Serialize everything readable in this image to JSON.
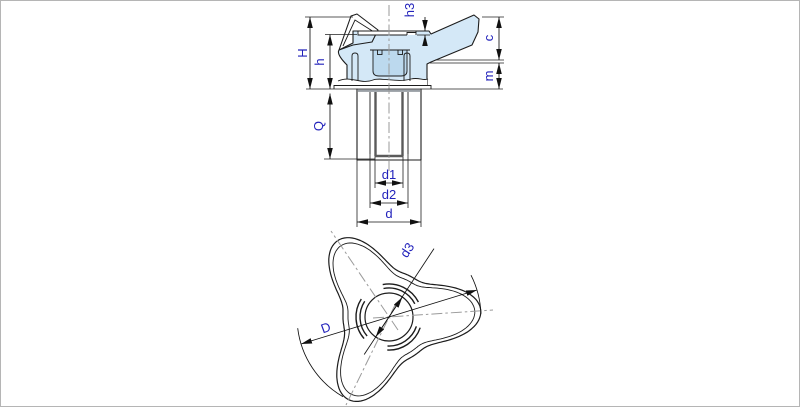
{
  "drawing": {
    "type": "technical-drawing",
    "subject": "three-lobe knob with blind threaded hub, section view and plan view",
    "labels": {
      "H": "H",
      "h": "h",
      "h3": "h3",
      "c": "c",
      "m": "m",
      "Q": "Q",
      "d1": "d1",
      "d2": "d2",
      "d": "d",
      "D": "D",
      "d3": "d3"
    },
    "colors": {
      "body_fill": "#d4e8f7",
      "core_fill": "#bcd9ee",
      "label": "#2222bb",
      "line": "#1c1c1c",
      "centerline": "#9a9a9a"
    }
  }
}
